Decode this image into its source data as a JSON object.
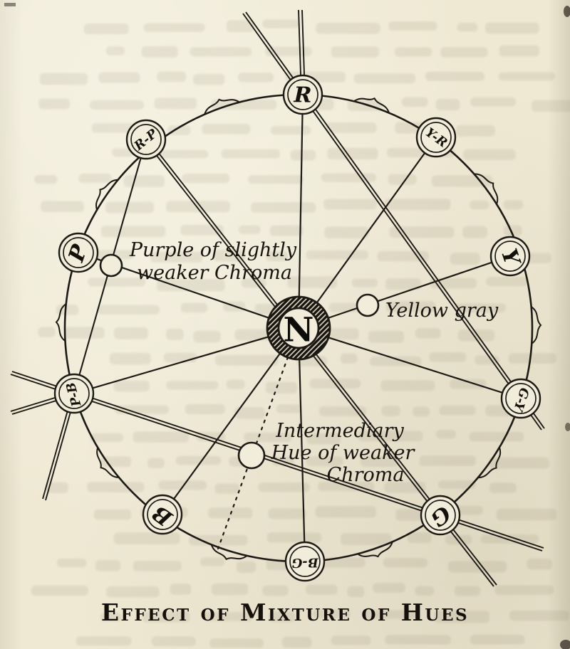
{
  "figure": {
    "caption": "Effect of Mixture of Hues",
    "center": {
      "label": "N"
    },
    "hues": [
      {
        "id": "r",
        "label": "R"
      },
      {
        "id": "y-r",
        "label": "Y-R"
      },
      {
        "id": "y",
        "label": "Y"
      },
      {
        "id": "g-y",
        "label": "G-Y"
      },
      {
        "id": "g",
        "label": "G"
      },
      {
        "id": "b-g",
        "label": "B-G"
      },
      {
        "id": "b",
        "label": "B"
      },
      {
        "id": "p-b",
        "label": "P-B"
      },
      {
        "id": "p",
        "label": "P"
      },
      {
        "id": "r-p",
        "label": "R-P"
      }
    ],
    "annotations": {
      "purple": {
        "line1": "Purple of slightly",
        "line2": "weaker Chroma"
      },
      "yellow_gray": {
        "line1": "Yellow gray"
      },
      "intermediary": {
        "line1": "Intermediary",
        "line2": "Hue of weaker",
        "line3": "Chroma"
      }
    },
    "colors": {
      "ink": "#1c1a15",
      "paper": "#efe9d4"
    }
  }
}
